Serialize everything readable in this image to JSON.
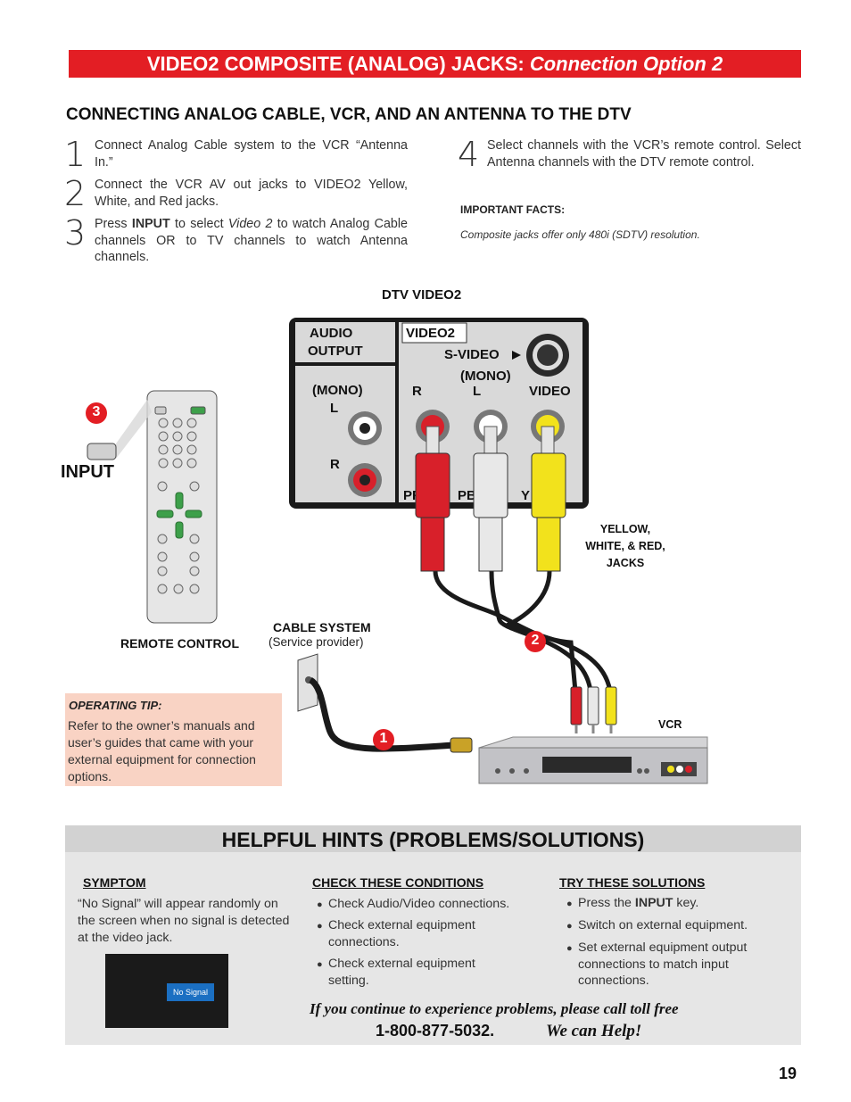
{
  "banner": {
    "title": "VIDEO2 COMPOSITE (ANALOG) JACKS:",
    "subtitle": "Connection Option 2"
  },
  "section_title": "CONNECTING ANALOG CABLE, VCR, AND AN ANTENNA TO THE DTV",
  "steps": [
    {
      "num": "1",
      "text": "Connect Analog Cable system to the VCR “Antenna In.”"
    },
    {
      "num": "2",
      "text": "Connect the VCR AV out jacks to VIDEO2 Yellow, White, and Red jacks."
    },
    {
      "num": "3",
      "pre": "Press ",
      "bold": "INPUT",
      "mid": " to select ",
      "ital": "Video 2",
      "post": " to watch Analog Cable channels OR to TV channels to watch Antenna channels."
    },
    {
      "num": "4",
      "text": "Select channels with the VCR’s remote control. Select Antenna channels with the DTV remote control."
    }
  ],
  "important_facts": {
    "heading": "IMPORTANT FACTS:",
    "text": "Composite jacks offer only 480i (SDTV) resolution."
  },
  "diagram": {
    "dtv_label": "DTV VIDEO2",
    "panel": {
      "audio_output": "AUDIO\nOUTPUT",
      "video2": "VIDEO2",
      "svideo": "S-VIDEO",
      "mono_left": "(MONO)",
      "l": "L",
      "r": "R",
      "mono_mid": "(MONO)",
      "video": "VIDEO",
      "pr": "PR",
      "pb": "PB",
      "y": "Y"
    },
    "jacks_label": [
      "YELLOW,",
      "WHITE, & RED,",
      "JACKS"
    ],
    "input_label": "INPUT",
    "remote_label": "REMOTE CONTROL",
    "cable_label": "CABLE SYSTEM",
    "cable_sub": "(Service provider)",
    "vcr_label": "VCR",
    "callouts": {
      "one": "1",
      "two": "2",
      "three": "3"
    },
    "colors": {
      "callout": "#e31e24",
      "red": "#d8202a",
      "white": "#e8e8e8",
      "yellow": "#f2e21c"
    }
  },
  "tip": {
    "heading": "OPERATING TIP:",
    "text": "Refer to the owner’s manuals and user’s guides that came with your external equipment for connection options."
  },
  "hints": {
    "title": "HELPFUL HINTS (PROBLEMS/SOLUTIONS)",
    "symptom_h": "SYMPTOM",
    "symptom_t": "“No Signal” will appear randomly on the screen when no signal is detected at the video jack.",
    "screen_text": "No Signal",
    "check_h": "CHECK THESE CONDITIONS",
    "checks": [
      "Check Audio/Video connections.",
      "Check external equipment connections.",
      "Check external equipment setting."
    ],
    "try_h": "TRY THESE SOLUTIONS",
    "solutions": [
      {
        "pre": "Press the ",
        "bold": "INPUT",
        "post": " key."
      },
      {
        "text": "Switch on external equipment."
      },
      {
        "text": "Set external equipment output connections to match input connections."
      }
    ],
    "call_line": "If you continue to experience problems, please call toll free",
    "phone": "1-800-877-5032.",
    "help": "We can Help!"
  },
  "page_number": "19"
}
